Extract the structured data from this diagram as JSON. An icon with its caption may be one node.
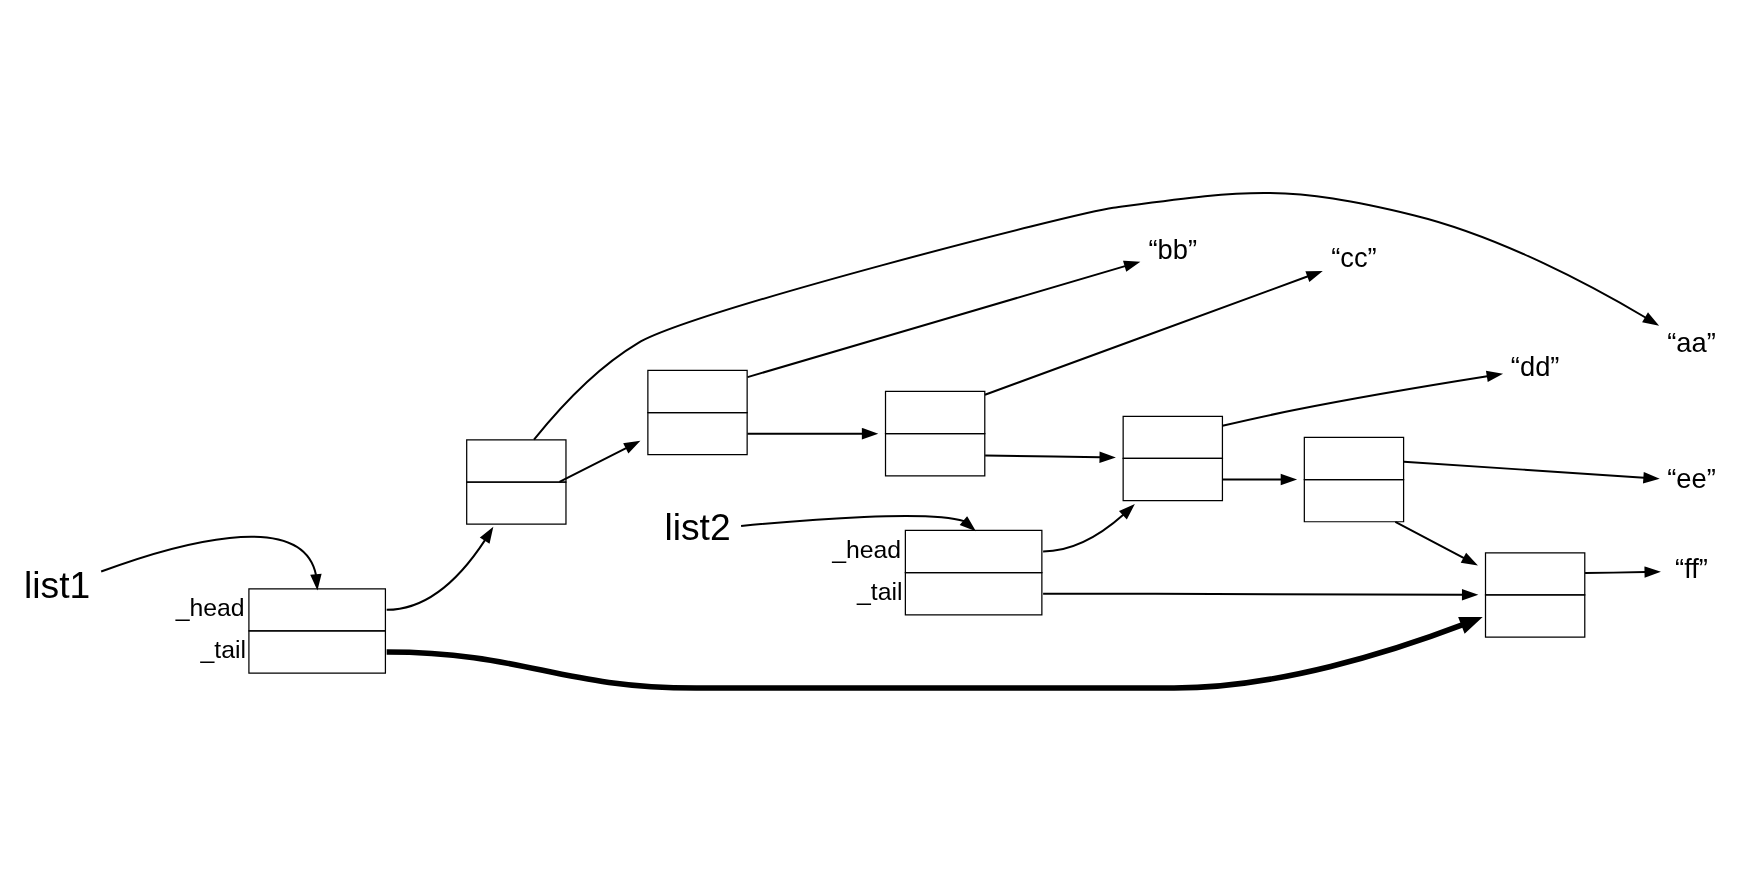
{
  "diagram": {
    "nodes": [
      {
        "text": [
          "list1"
        ]
      },
      {
        "text": [
          "_head",
          "_tail"
        ]
      },
      {
        "text": [
          "“aa”"
        ]
      },
      {
        "text": [
          "“bb”"
        ]
      },
      {
        "text": [
          "“cc”"
        ]
      },
      {
        "text": [],
        "shape": "box"
      },
      {
        "text": [],
        "shape": "box"
      },
      {
        "text": [],
        "shape": "box"
      },
      {
        "text": [
          "list2"
        ]
      },
      {
        "text": [
          "_head",
          "_tail"
        ]
      },
      {
        "text": [
          "“dd”"
        ]
      },
      {
        "text": [
          "“ee”"
        ]
      },
      {
        "text": [
          "“ff”"
        ]
      },
      {
        "text": [],
        "shape": "box"
      },
      {
        "text": [],
        "shape": "box"
      },
      {
        "text": [],
        "shape": "box"
      }
    ],
    "edges": [
      {
        "from": 0,
        "to": 1,
        "arrow": "to"
      },
      {
        "from": 1,
        "to": 5,
        "arrow": "to"
      },
      {
        "from": 1,
        "to": 15,
        "arrow": "to",
        "style": "thick"
      },
      {
        "from": 5,
        "to": 2,
        "arrow": "to"
      },
      {
        "from": 5,
        "to": 6,
        "arrow": "to"
      },
      {
        "from": 6,
        "to": 3,
        "arrow": "to"
      },
      {
        "from": 6,
        "to": 7,
        "arrow": "to"
      },
      {
        "from": 7,
        "to": 4,
        "arrow": "to"
      },
      {
        "from": 7,
        "to": 13,
        "arrow": "to"
      },
      {
        "from": 8,
        "to": 9,
        "arrow": "to"
      },
      {
        "from": 9,
        "to": 13,
        "arrow": "to"
      },
      {
        "from": 9,
        "to": 15,
        "arrow": "to"
      },
      {
        "from": 13,
        "to": 10,
        "arrow": "to"
      },
      {
        "from": 13,
        "to": 14,
        "arrow": "to"
      },
      {
        "from": 14,
        "to": 11,
        "arrow": "to"
      },
      {
        "from": 14,
        "to": 15,
        "arrow": "to"
      },
      {
        "from": 15,
        "to": 12,
        "arrow": "to"
      }
    ]
  }
}
